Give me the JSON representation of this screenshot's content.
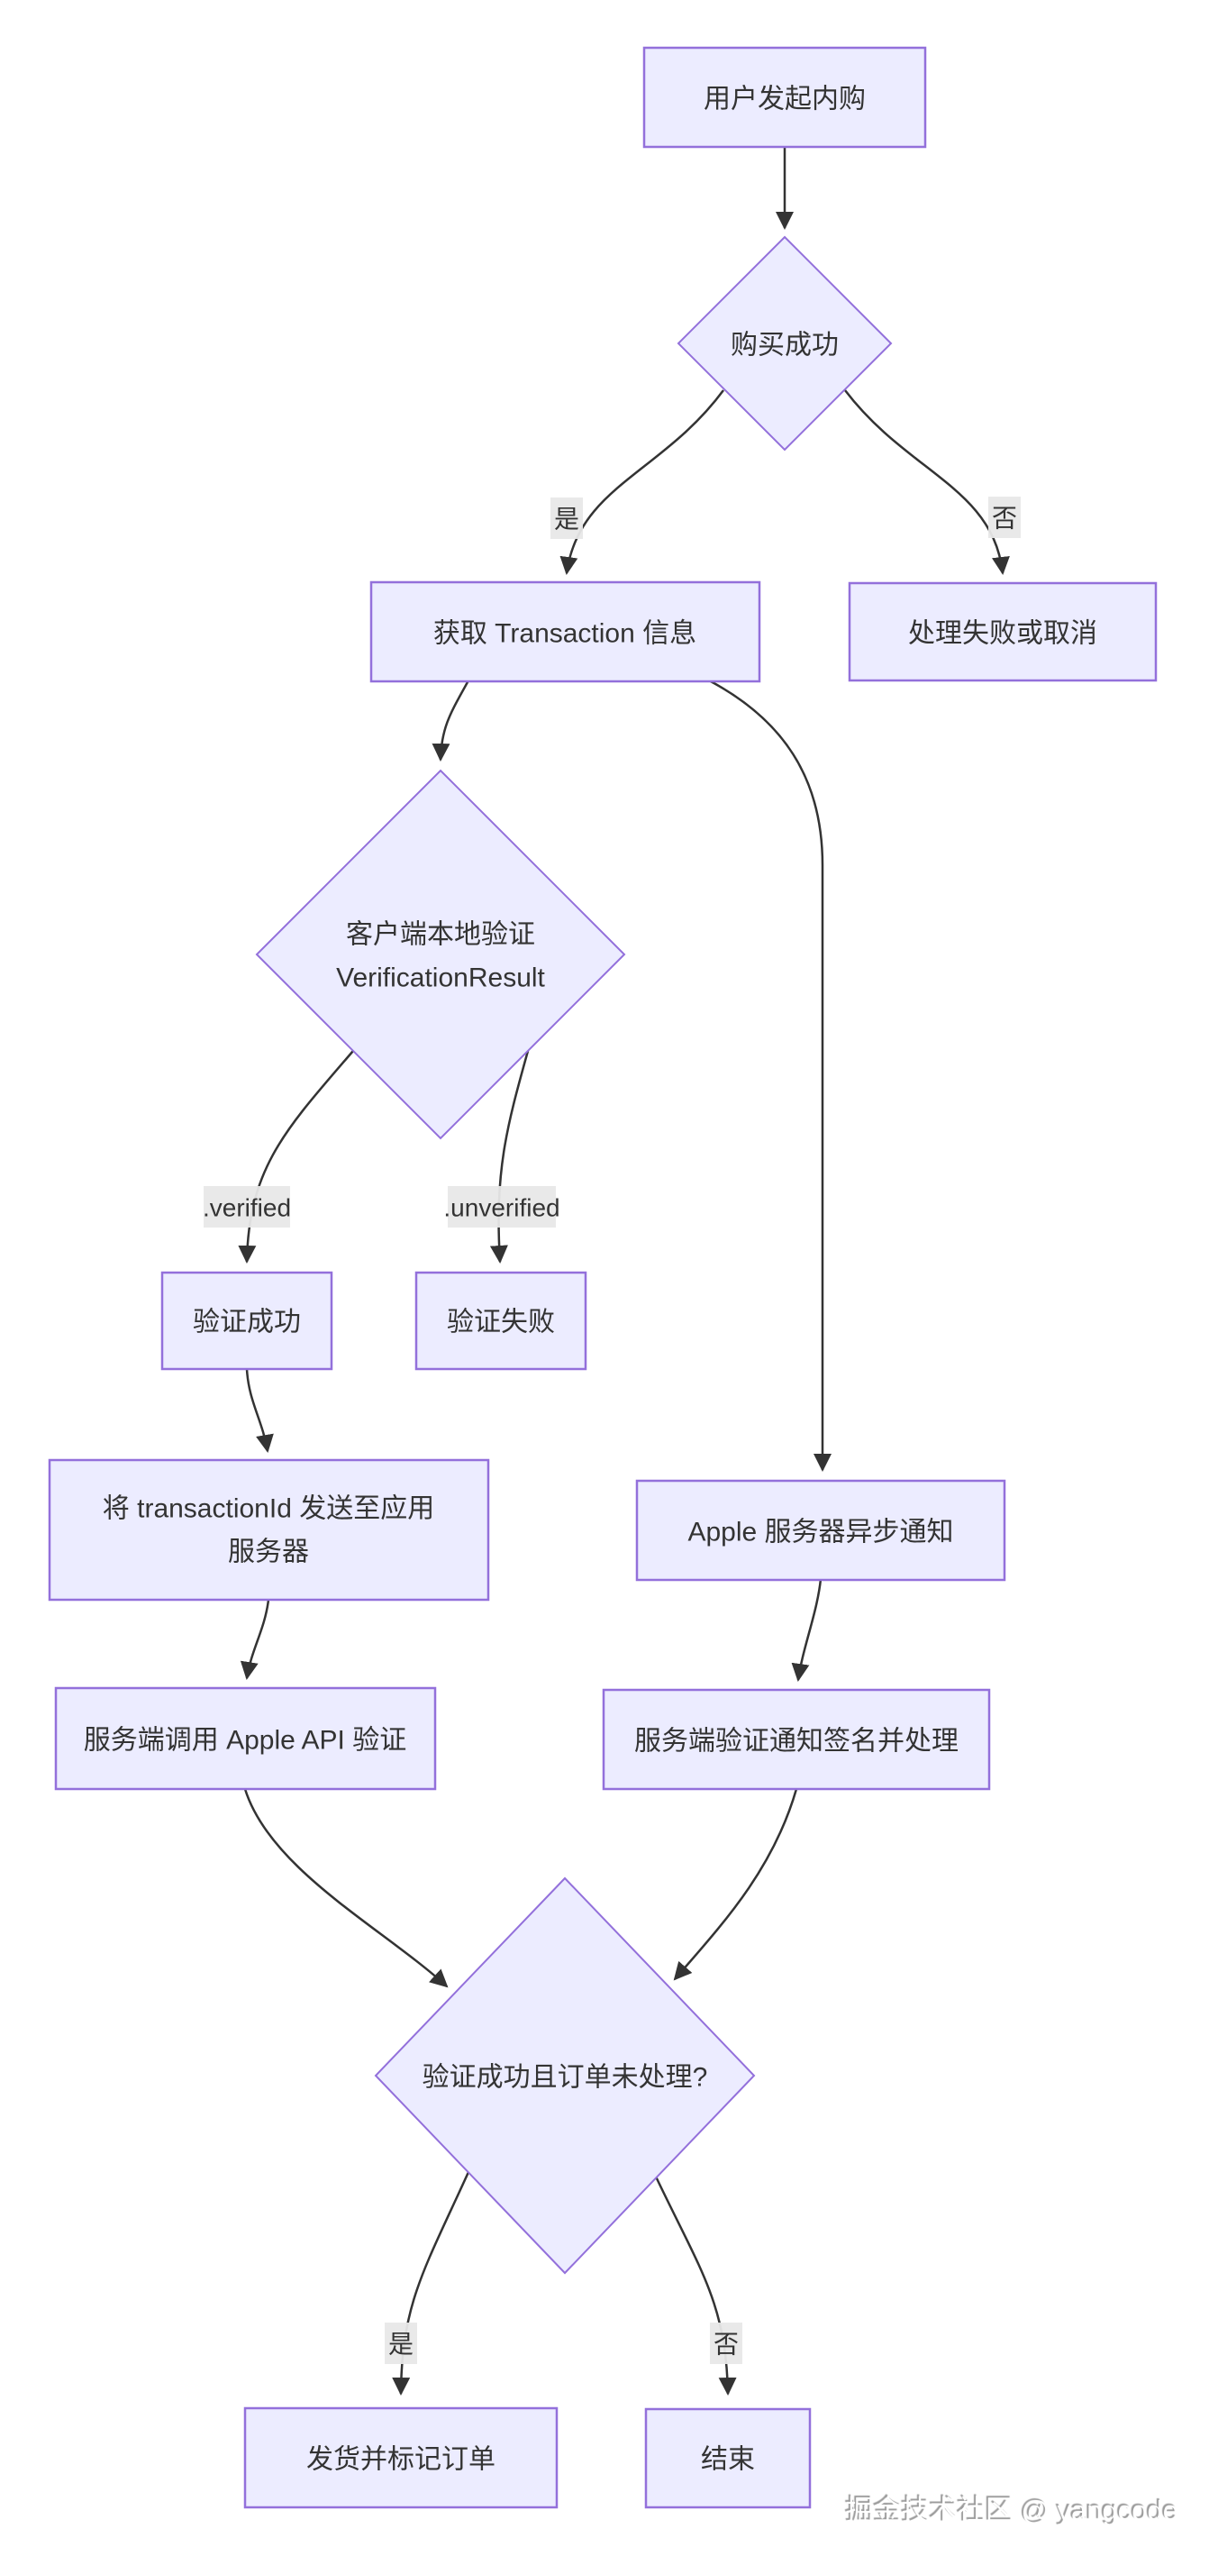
{
  "theme": {
    "background": "#ffffff",
    "node_fill": "#ECECFF",
    "node_border": "#9370DB",
    "edge_color": "#333333",
    "text_color": "#333333",
    "label_bg": "#e8e8e8",
    "watermark_color": "#ffffff",
    "watermark_shadow": "#999999"
  },
  "nodes": {
    "start": {
      "label": "用户发起内购"
    },
    "purchase_success": {
      "label": "购买成功"
    },
    "get_transaction": {
      "label": "获取 Transaction 信息"
    },
    "handle_fail": {
      "label": "处理失败或取消"
    },
    "client_verify": {
      "line1": "客户端本地验证",
      "line2": "VerificationResult"
    },
    "verify_ok": {
      "label": "验证成功"
    },
    "verify_fail": {
      "label": "验证失败"
    },
    "send_tid": {
      "line1": "将 transactionId 发送至应用",
      "line2": "服务器"
    },
    "apple_notify": {
      "label": "Apple 服务器异步通知"
    },
    "server_api_verify": {
      "label": "服务端调用 Apple API 验证"
    },
    "server_notify_verify": {
      "label": "服务端验证通知签名并处理"
    },
    "order_check": {
      "label": "验证成功且订单未处理?"
    },
    "ship_order": {
      "label": "发货并标记订单"
    },
    "end": {
      "label": "结束"
    }
  },
  "edge_labels": {
    "yes1": "是",
    "no1": "否",
    "verified": ".verified",
    "unverified": ".unverified",
    "yes2": "是",
    "no2": "否"
  },
  "watermark": {
    "text": "掘金技术社区 @ yangcode"
  }
}
